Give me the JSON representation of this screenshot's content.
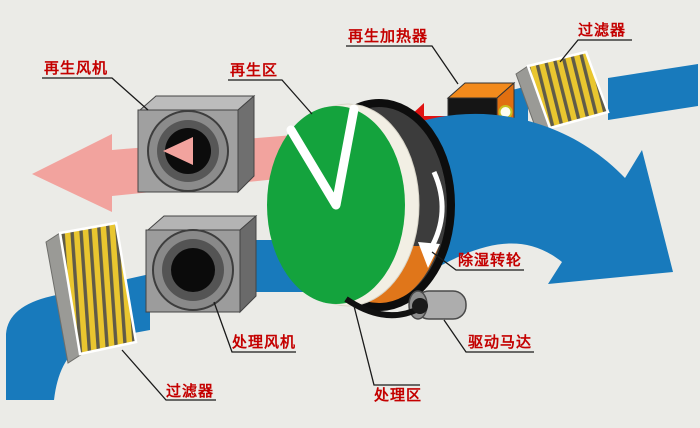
{
  "labels": {
    "regen_fan": "再生风机",
    "regen_zone": "再生区",
    "regen_heater": "再生加热器",
    "filter_top": "过滤器",
    "wheel": "除湿转轮",
    "motor": "驱动马达",
    "process_zone": "处理区",
    "process_fan": "处理风机",
    "filter_bottom": "过滤器"
  },
  "colors": {
    "background": "#ebebe7",
    "process_air_blue": "#187abc",
    "regen_air_pink": "#f2a39e",
    "hot_air_red": "#e01212",
    "wheel_green": "#14a33d",
    "wheel_rim_gray": "#3c3c3c",
    "wheel_ring_white": "#f2efe4",
    "wheel_orange": "#e0761a",
    "filter_yellow": "#e9c62f",
    "filter_hatch_dark": "#5f5b48",
    "heater_orange": "#f28a1c",
    "heater_front_black": "#151515",
    "metal_gray": "#9c9c9c",
    "label_red": "#c40000"
  }
}
